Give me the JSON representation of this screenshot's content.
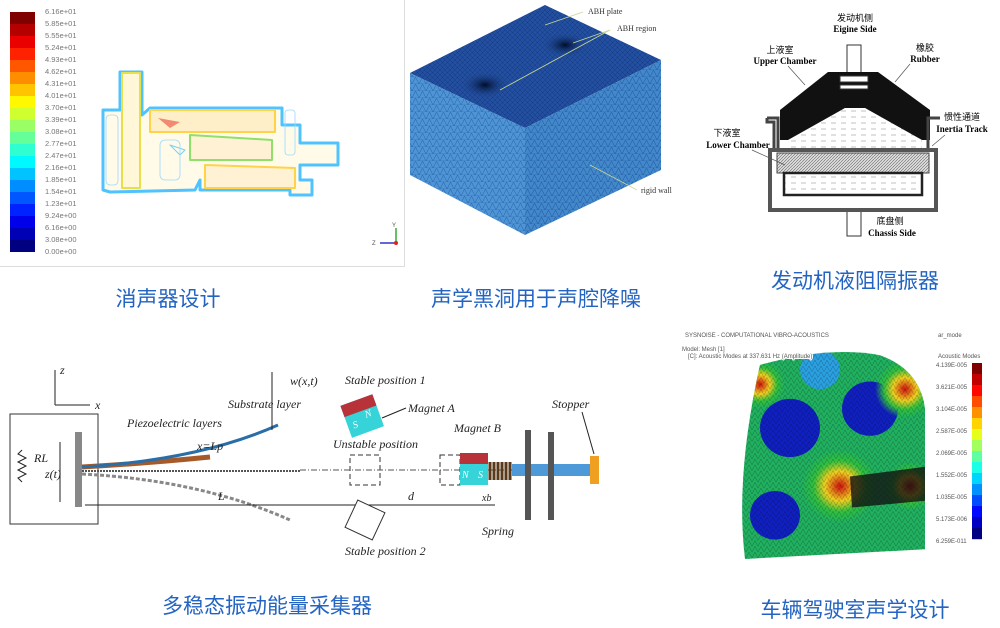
{
  "panels": {
    "muffler": {
      "caption": "消声器设计",
      "colorbar_labels": [
        "6.16e+01",
        "5.85e+01",
        "5.55e+01",
        "5.24e+01",
        "4.93e+01",
        "4.62e+01",
        "4.31e+01",
        "4.01e+01",
        "3.70e+01",
        "3.39e+01",
        "3.08e+01",
        "2.77e+01",
        "2.47e+01",
        "2.16e+01",
        "1.85e+01",
        "1.54e+01",
        "1.23e+01",
        "9.24e+00",
        "6.16e+00",
        "3.08e+00",
        "0.00e+00"
      ],
      "axis": {
        "y": "Y",
        "z": "Z"
      }
    },
    "abh": {
      "caption": "声学黑洞用于声腔降噪",
      "labels": {
        "plate": "ABH plate",
        "region": "ABH region",
        "wall": "rigid wall"
      }
    },
    "engine_mount": {
      "caption": "发动机液阻隔振器",
      "labels": {
        "engine_cn": "发动机侧",
        "engine_en": "Eigine Side",
        "upper_cn": "上液室",
        "upper_en": "Upper Chamber",
        "rubber_cn": "橡胶",
        "rubber_en": "Rubber",
        "inertia_cn": "惯性通道",
        "inertia_en": "Inertia Track",
        "lower_cn": "下液室",
        "lower_en": "Lower Chamber",
        "chassis_cn": "底盘侧",
        "chassis_en": "Chassis Side"
      }
    },
    "harvester": {
      "caption": "多稳态振动能量采集器",
      "labels": {
        "z": "z",
        "x": "x",
        "rl": "RL",
        "zt": "z(t)",
        "piezo": "Piezoelectric layers",
        "substrate": "Substrate layer",
        "xlp": "x=Lp",
        "wxt": "w(x,t)",
        "stable1": "Stable position 1",
        "magnetA": "Magnet A",
        "unstable": "Unstable position",
        "magnetB": "Magnet B",
        "stopper": "Stopper",
        "L": "L",
        "d": "d",
        "xb": "xb",
        "spring": "Spring",
        "stable2": "Stable position 2",
        "S": "S",
        "N": "N"
      }
    },
    "cabin": {
      "caption": "车辆驾驶室声学设计",
      "header": "SYSNOISE - COMPUTATIONAL VIBRO-ACOUSTICS",
      "model": "Model: Mesh [1]",
      "result": "[C]: Acoustic Modes at 337.631 Hz (Amplitude)",
      "mode_tag": "ar_mode",
      "legend_title": "Acoustic Modes",
      "legend_labels": [
        "4.139E-005",
        "3.621E-005",
        "3.104E-005",
        "2.587E-005",
        "2.069E-005",
        "1.552E-005",
        "1.035E-005",
        "5.173E-006",
        "6.259E-011"
      ]
    }
  },
  "colors": {
    "caption": "#2364c2",
    "mesh_top": "#1f4fa0",
    "mesh_side": "#4a8fd0",
    "magnet_red": "#b8323a",
    "magnet_cyan": "#36d3d8",
    "stopper": "#f0a020"
  }
}
